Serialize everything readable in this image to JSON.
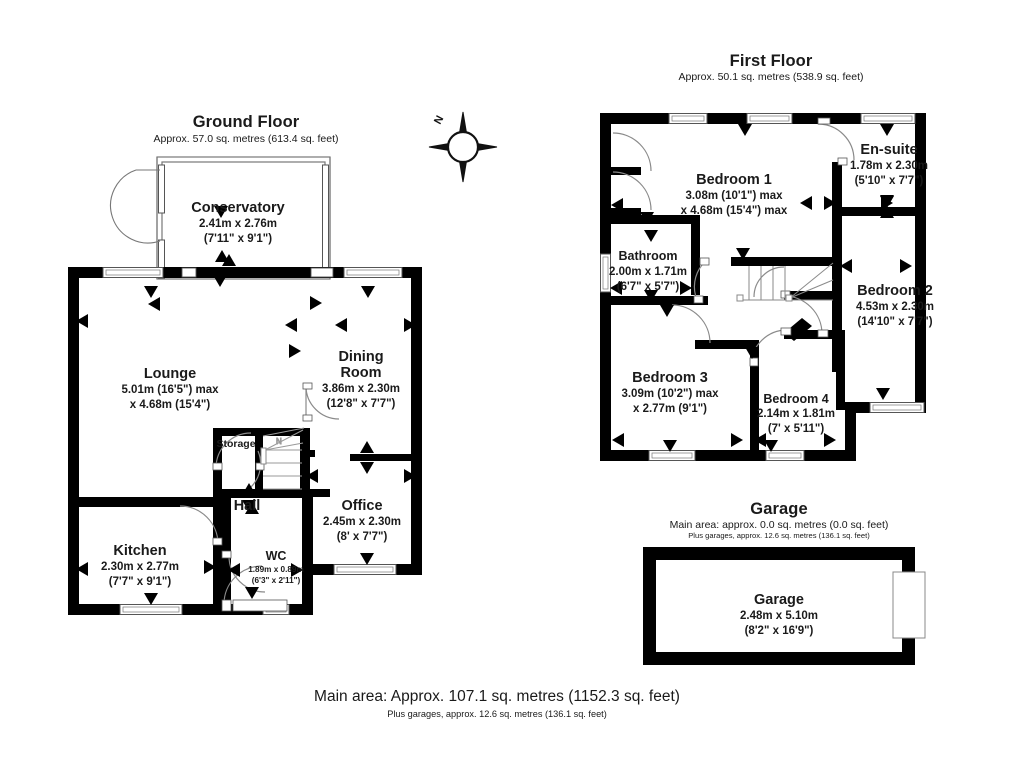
{
  "document": {
    "type": "floor-plan",
    "footer": {
      "main_area": "Main area: Approx. 107.1 sq. metres (1152.3 sq. feet)",
      "plus_garages": "Plus garages, approx. 12.6 sq. metres (136.1 sq. feet)"
    }
  },
  "compass": {
    "label": "N",
    "name": "compass-rose"
  },
  "ground_floor": {
    "title": "Ground Floor",
    "subtitle": "Approx. 57.0 sq. metres (613.4 sq. feet)",
    "rooms": [
      {
        "name": "Conservatory",
        "dim_metric": "2.41m x 2.76m",
        "dim_imperial": "(7'11\" x 9'1\")"
      },
      {
        "name": "Lounge",
        "dim_metric": "5.01m (16'5\") max",
        "dim_imperial": "x 4.68m (15'4\")"
      },
      {
        "name": "Dining",
        "name2": "Room",
        "dim_metric": "3.86m x 2.30m",
        "dim_imperial": "(12'8\" x 7'7\")"
      },
      {
        "name": "Office",
        "dim_metric": "2.45m x 2.30m",
        "dim_imperial": "(8' x 7'7\")"
      },
      {
        "name": "Kitchen",
        "dim_metric": "2.30m x 2.77m",
        "dim_imperial": "(7'7\" x 9'1\")"
      },
      {
        "name": "Hall"
      },
      {
        "name": "Storage"
      },
      {
        "name": "WC",
        "dim_metric": "1.89m x 0.89m",
        "dim_imperial": "(6'3\" x 2'11\")"
      }
    ]
  },
  "first_floor": {
    "title": "First Floor",
    "subtitle": "Approx. 50.1 sq. metres (538.9 sq. feet)",
    "rooms": [
      {
        "name": "Bedroom 1",
        "dim_metric": "3.08m (10'1\") max",
        "dim_imperial": "x 4.68m (15'4\") max"
      },
      {
        "name": "En-suite",
        "dim_metric": "1.78m x 2.30m",
        "dim_imperial": "(5'10\" x 7'7\")"
      },
      {
        "name": "Bedroom 2",
        "dim_metric": "4.53m x 2.30m",
        "dim_imperial": "(14'10\" x 7'7\")"
      },
      {
        "name": "Bathroom",
        "dim_metric": "2.00m x 1.71m",
        "dim_imperial": "(6'7\" x 5'7\")"
      },
      {
        "name": "Bedroom 3",
        "dim_metric": "3.09m (10'2\") max",
        "dim_imperial": "x 2.77m (9'1\")"
      },
      {
        "name": "Bedroom 4",
        "dim_metric": "2.14m x 1.81m",
        "dim_imperial": "(7' x 5'11\")"
      }
    ]
  },
  "garage": {
    "title": "Garage",
    "subtitle": "Main area: approx. 0.0 sq. metres (0.0 sq. feet)",
    "subtitle2": "Plus garages, approx. 12.6 sq. metres (136.1 sq. feet)",
    "room": {
      "name": "Garage",
      "dim_metric": "2.48m x 5.10m",
      "dim_imperial": "(8'2\" x 16'9\")"
    }
  },
  "colors": {
    "wall": "#000000",
    "background": "#ffffff",
    "thin_line": "#8a8a8a",
    "text": "#1a1a1a"
  }
}
